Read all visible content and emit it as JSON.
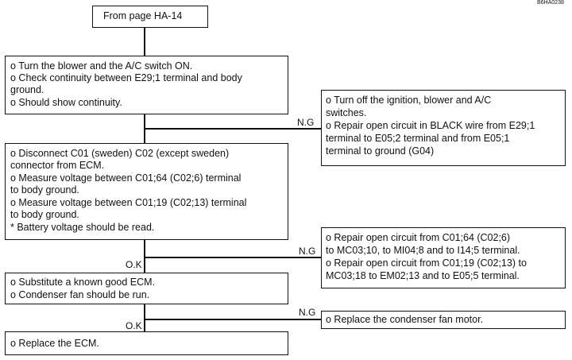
{
  "figure_code": "B6HA0238",
  "start": "From page HA-14",
  "step1": [
    "o  Turn the blower and the A/C switch ON.",
    "o  Check continuity between E29;1 terminal and body",
    "    ground.",
    "o  Should show continuity."
  ],
  "result1": [
    "o Turn off the ignition, blower and A/C",
    "   switches.",
    "o Repair open circuit in BLACK wire from E29;1",
    "   terminal to E05;2 terminal and from E05;1",
    "   terminal to ground (G04)"
  ],
  "step2": [
    "o  Disconnect C01 (sweden) C02 (except sweden)",
    "    connector from ECM.",
    "o  Measure voltage between C01;64 (C02;6) terminal",
    "    to body ground.",
    "o  Measure voltage between C01;19 (C02;13) terminal",
    "    to body ground.",
    "*   Battery voltage should be read."
  ],
  "result2": [
    "o Repair open circuit from C01;64 (C02;6)",
    "   to MC03;10, to MI04;8 and to I14;5 terminal.",
    "o Repair open circuit from C01;19 (C02;13) to",
    "   MC03;18 to EM02;13 and to E05;5 terminal."
  ],
  "step3": [
    "o Substitute a known good ECM.",
    "o Condenser fan should be run."
  ],
  "result3": "o Replace the condenser fan motor.",
  "step4": "o Replace the ECM.",
  "labels": {
    "ng1": "N.G",
    "ng2": "N.G",
    "ok1": "O.K",
    "ng3": "N.G",
    "ok2": "O.K"
  }
}
